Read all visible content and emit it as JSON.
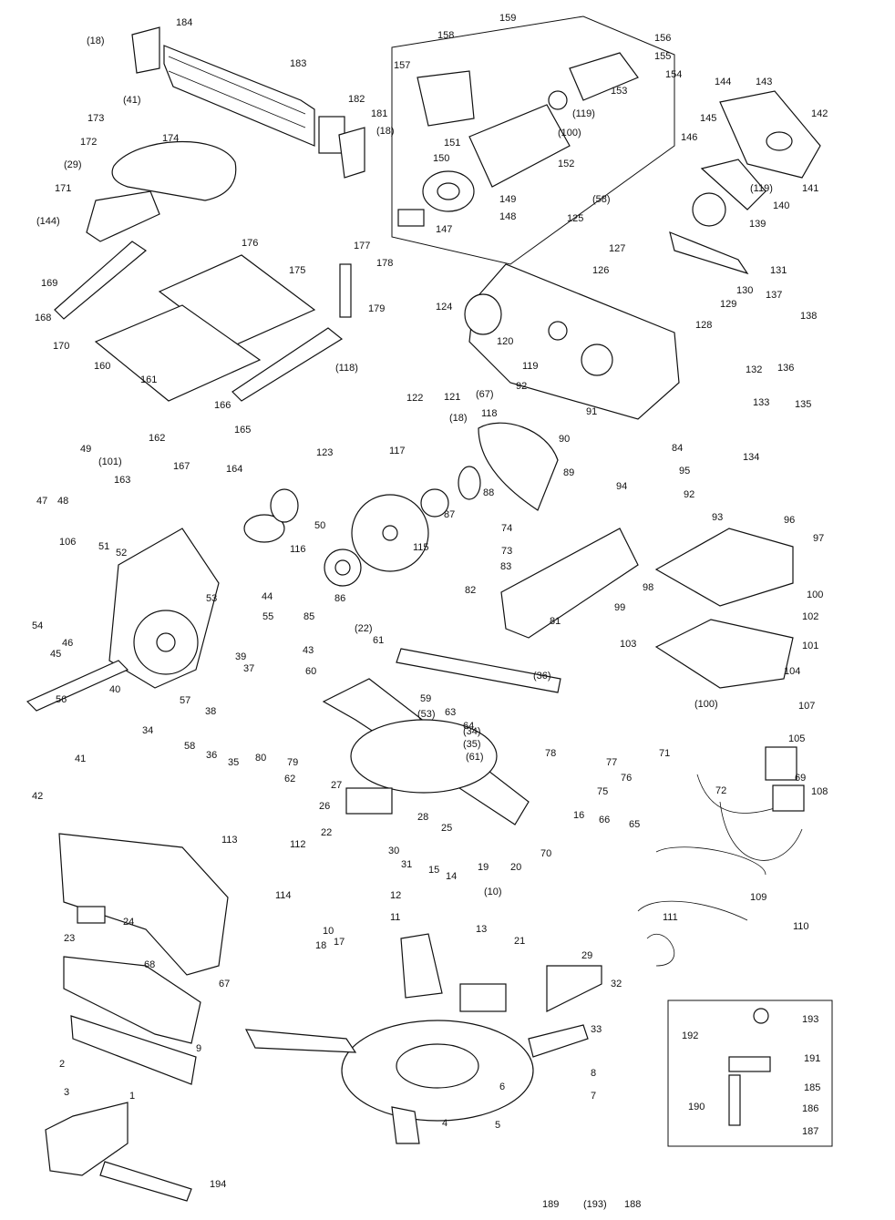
{
  "diagram": {
    "type": "exploded-parts-view",
    "line_color": "#111111",
    "background": "#ffffff",
    "callouts": [
      "(18)",
      "184",
      "183",
      "159",
      "158",
      "156",
      "155",
      "157",
      "154",
      "153",
      "(119)",
      "182",
      "181",
      "(18)",
      "173",
      "(41)",
      "174",
      "172",
      "(29)",
      "171",
      "(144)",
      "151",
      "(100)",
      "150",
      "152",
      "(58)",
      "125",
      "147",
      "148",
      "149",
      "144",
      "143",
      "145",
      "142",
      "146",
      "141",
      "(119)",
      "140",
      "139",
      "131",
      "130",
      "129",
      "128",
      "176",
      "177",
      "178",
      "175",
      "179",
      "169",
      "168",
      "170",
      "160",
      "161",
      "162",
      "166",
      "165",
      "164",
      "124",
      "126",
      "127",
      "120",
      "121",
      "119",
      "122",
      "(67)",
      "92",
      "91",
      "90",
      "89",
      "88",
      "87",
      "118",
      "(18)",
      "(118)",
      "123",
      "117",
      "137",
      "138",
      "136",
      "132",
      "133",
      "135",
      "134",
      "49",
      "47",
      "48",
      "(101)",
      "167",
      "163",
      "50",
      "116",
      "115",
      "86",
      "85",
      "84",
      "95",
      "94",
      "92",
      "93",
      "96",
      "97",
      "98",
      "99",
      "100",
      "102",
      "103",
      "101",
      "104",
      "(100)",
      "107",
      "105",
      "106",
      "51",
      "52",
      "53",
      "54",
      "46",
      "45",
      "44",
      "55",
      "56",
      "40",
      "39",
      "57",
      "38",
      "37",
      "58",
      "36",
      "35",
      "34",
      "41",
      "42",
      "43",
      "(22)",
      "61",
      "60",
      "59",
      "(53)",
      "63",
      "64",
      "(61)",
      "(34)",
      "(35)",
      "(36)",
      "78",
      "77",
      "76",
      "75",
      "74",
      "73",
      "83",
      "82",
      "81",
      "80",
      "79",
      "62",
      "27",
      "26",
      "28",
      "25",
      "16",
      "66",
      "65",
      "70",
      "71",
      "72",
      "69",
      "108",
      "109",
      "110",
      "111",
      "112",
      "113",
      "114",
      "24",
      "23",
      "22",
      "30",
      "31",
      "15",
      "14",
      "(10)",
      "13",
      "12",
      "11",
      "10",
      "17",
      "18",
      "20",
      "19",
      "21",
      "68",
      "67",
      "9",
      "29",
      "32",
      "33",
      "8",
      "7",
      "6",
      "5",
      "4",
      "2",
      "3",
      "1",
      "194",
      "193",
      "192",
      "191",
      "185",
      "190",
      "186",
      "187",
      "189",
      "(193)",
      "188"
    ]
  }
}
